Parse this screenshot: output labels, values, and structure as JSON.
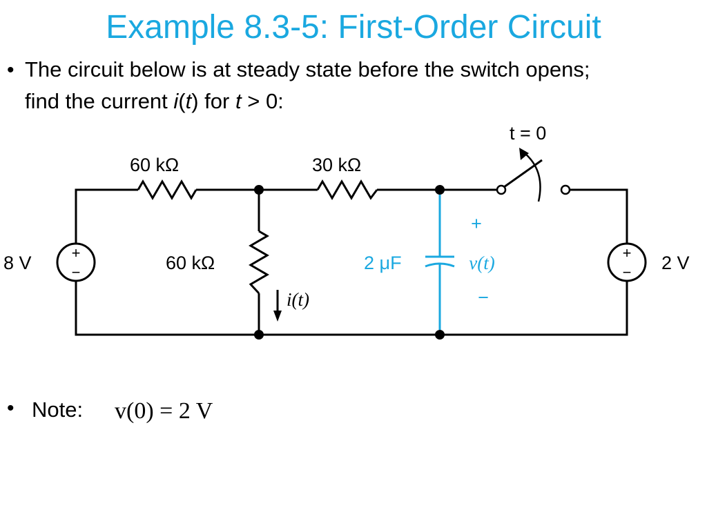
{
  "title": "Example 8.3-5: First-Order Circuit",
  "bullet1": {
    "line1": "The circuit below is at steady state before the switch opens;",
    "line2_a": "find the current ",
    "line2_i": "i",
    "line2_p1": "(",
    "line2_t": "t",
    "line2_p2": ") for ",
    "line2_t2": "t",
    "line2_end": " > 0:"
  },
  "note": {
    "label": "Note:",
    "formula": "v(0) = 2 V"
  },
  "circuit": {
    "r1_label": "60 kΩ",
    "r2_label": "30 kΩ",
    "r3_label": "60 kΩ",
    "cap_label": "2 μF",
    "vcap_label": "v(t)",
    "plus": "+",
    "minus": "−",
    "current_label": "i(t)",
    "switch_label": "t = 0",
    "src1_label": "8 V",
    "src2_label": "2 V",
    "accent": "#1aa8e0"
  }
}
